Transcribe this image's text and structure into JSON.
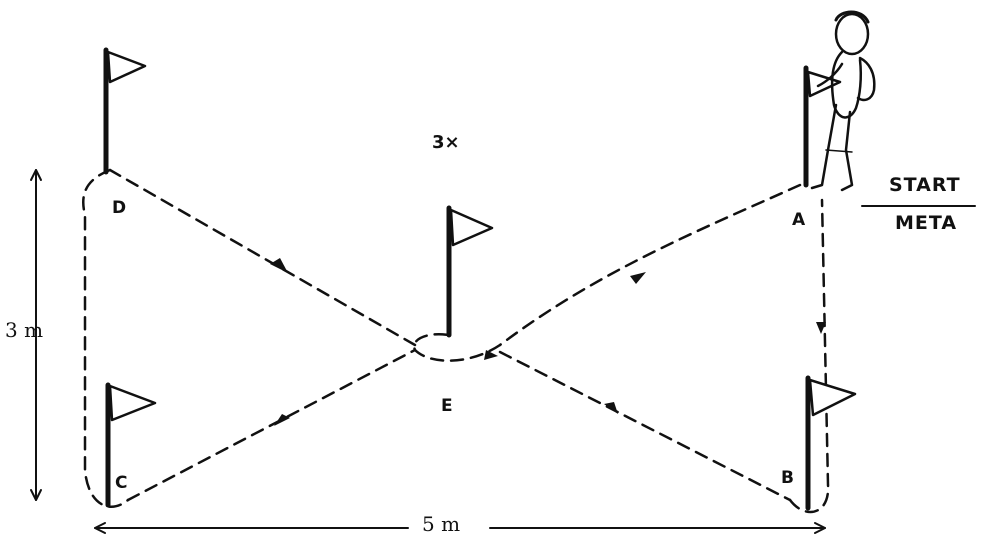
{
  "diagram": {
    "repetitions": "3×",
    "points": {
      "a": "A",
      "b": "B",
      "c": "C",
      "d": "D",
      "e": "E"
    },
    "start_label": "START",
    "finish_label": "META",
    "width_label": "5 m",
    "height_label": "3 m"
  }
}
